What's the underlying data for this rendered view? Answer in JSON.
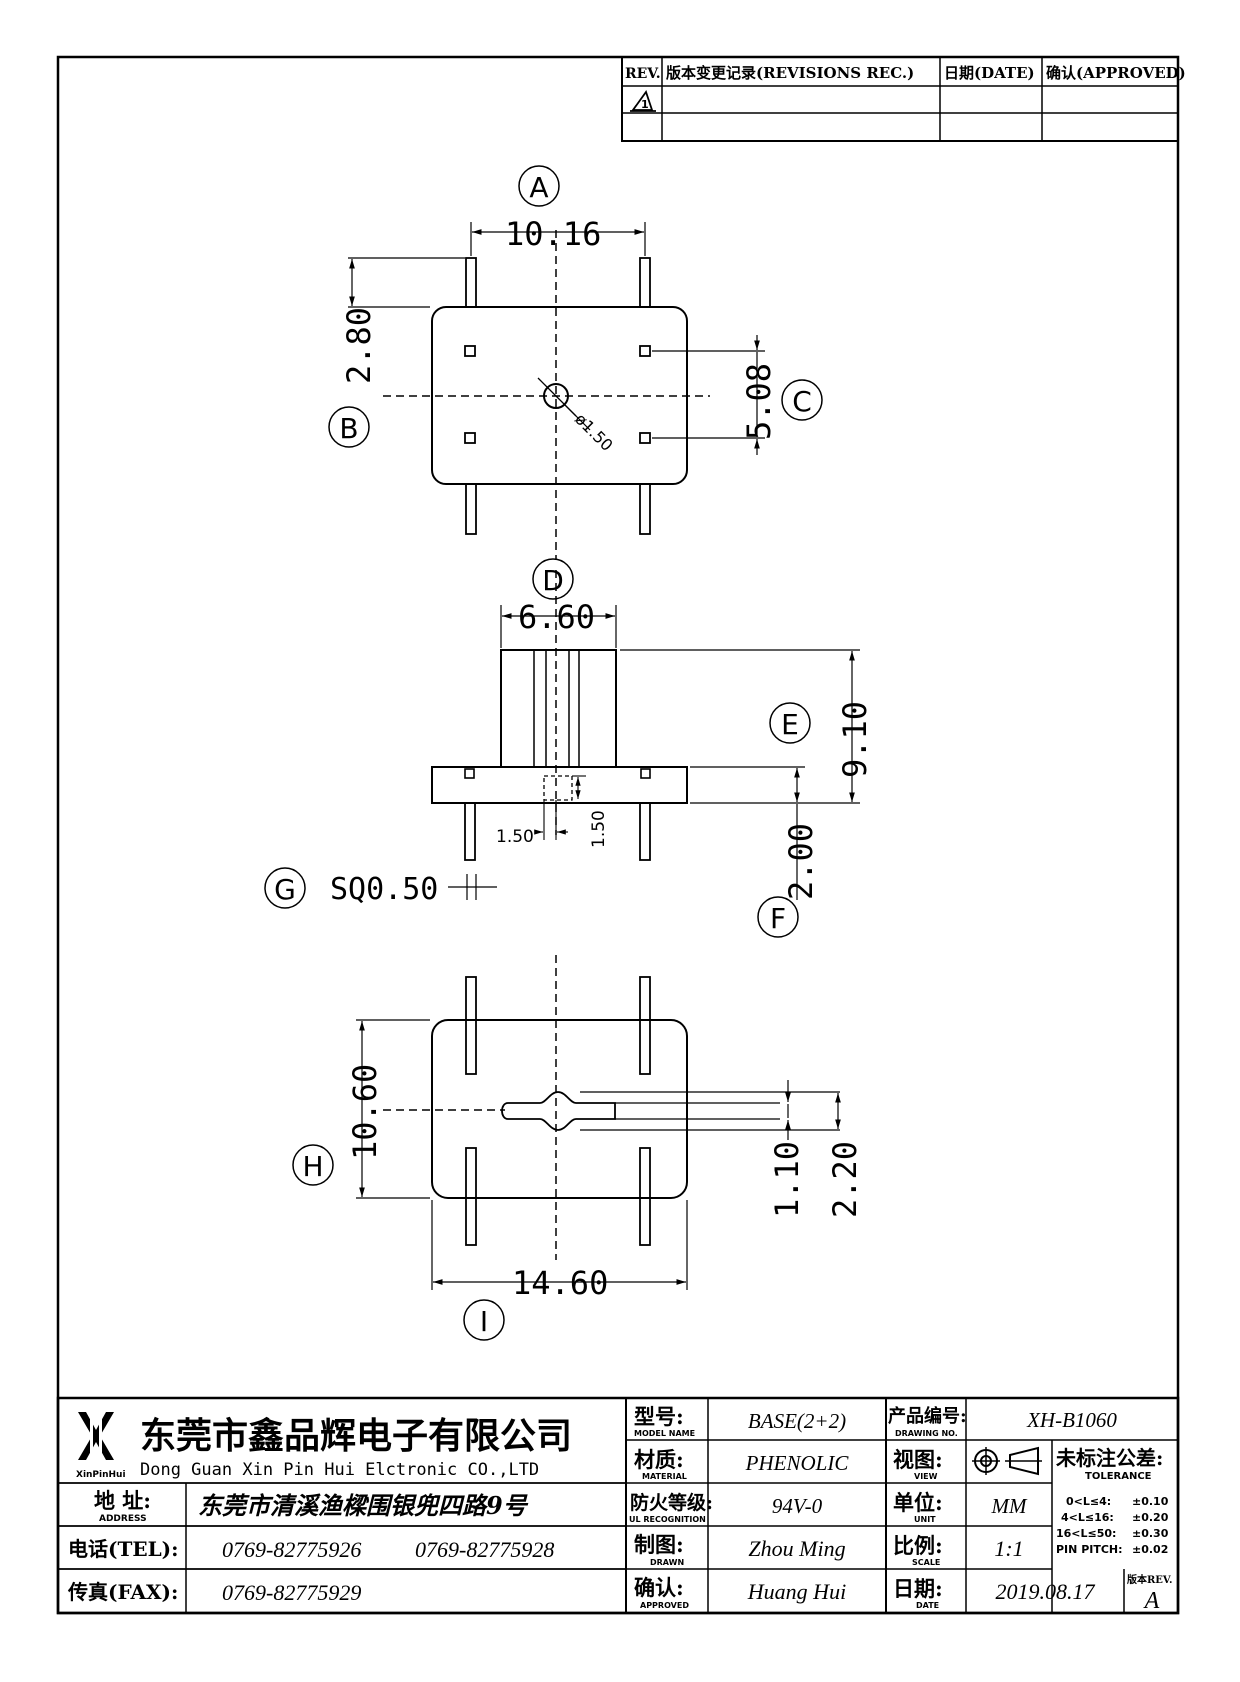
{
  "revision_table": {
    "headers": {
      "rev": "REV.",
      "record": "版本变更记录(REVISIONS REC.)",
      "date": "日期(DATE)",
      "approved": "确认(APPROVED)"
    },
    "rows": [
      {
        "rev_symbol": "1",
        "record": "",
        "date": "",
        "approved": ""
      },
      {
        "rev_symbol": "",
        "record": "",
        "date": "",
        "approved": ""
      }
    ]
  },
  "drawing": {
    "top_view": {
      "callouts": {
        "A": "A",
        "B": "B",
        "C": "C"
      },
      "dimensions": {
        "pin_span": "10.16",
        "pin_height": "2.80",
        "pin_pitch": "5.08",
        "hole_dia": "ø1.50"
      }
    },
    "side_view": {
      "callouts": {
        "D": "D",
        "E": "E",
        "F": "F",
        "G": "G"
      },
      "dimensions": {
        "body_width": "6.60",
        "overall_height": "9.10",
        "pin_length": "2.00",
        "slot_width": "1.50",
        "slot_depth": "1.50",
        "pin_section": "SQ0.50"
      }
    },
    "bottom_view": {
      "callouts": {
        "H": "H",
        "I": "I"
      },
      "dimensions": {
        "base_depth": "10.60",
        "base_width": "14.60",
        "groove_narrow": "1.10",
        "groove_wide": "2.20"
      }
    }
  },
  "title_block": {
    "company_cn": "东莞市鑫品辉电子有限公司",
    "company_en": "Dong Guan Xin Pin Hui Elctronic CO.,LTD",
    "logo_text": "XinPinHui",
    "address_label_cn": "地 址:",
    "address_label_en": "ADDRESS",
    "address_value": "东莞市清溪渔樑围银兜四路9号",
    "tel_label": "电话(TEL):",
    "tel_values": [
      "0769-82775926",
      "0769-82775928"
    ],
    "fax_label": "传真(FAX):",
    "fax_value": "0769-82775929",
    "model_label_cn": "型号:",
    "model_label_en": "MODEL NAME",
    "model_value": "BASE(2+2)",
    "material_label_cn": "材质:",
    "material_label_en": "MATERIAL",
    "material_value": "PHENOLIC",
    "ul_label_cn": "防火等级:",
    "ul_label_en": "UL RECOGNITION",
    "ul_value": "94V-0",
    "drawn_label_cn": "制图:",
    "drawn_label_en": "DRAWN",
    "drawn_value": "Zhou Ming",
    "approved_label_cn": "确认:",
    "approved_label_en": "APPROVED",
    "approved_value": "Huang Hui",
    "drawing_no_label_cn": "产品编号:",
    "drawing_no_label_en": "DRAWING NO.",
    "drawing_no_value": "XH-B1060",
    "view_label_cn": "视图:",
    "view_label_en": "VIEW",
    "unit_label_cn": "单位:",
    "unit_label_en": "UNIT",
    "unit_value": "MM",
    "scale_label_cn": "比例:",
    "scale_label_en": "SCALE",
    "scale_value": "1:1",
    "date_label_cn": "日期:",
    "date_label_en": "DATE",
    "date_value": "2019.08.17",
    "tolerance_title_cn": "未标注公差:",
    "tolerance_title_en": "TOLERANCE",
    "tolerances": [
      {
        "range": "0<L≤4:",
        "value": "±0.10"
      },
      {
        "range": "4<L≤16:",
        "value": "±0.20"
      },
      {
        "range": "16<L≤50:",
        "value": "±0.30"
      },
      {
        "range": "PIN PITCH:",
        "value": "±0.02"
      }
    ],
    "rev_label": "版本REV.",
    "rev_value": "A"
  }
}
